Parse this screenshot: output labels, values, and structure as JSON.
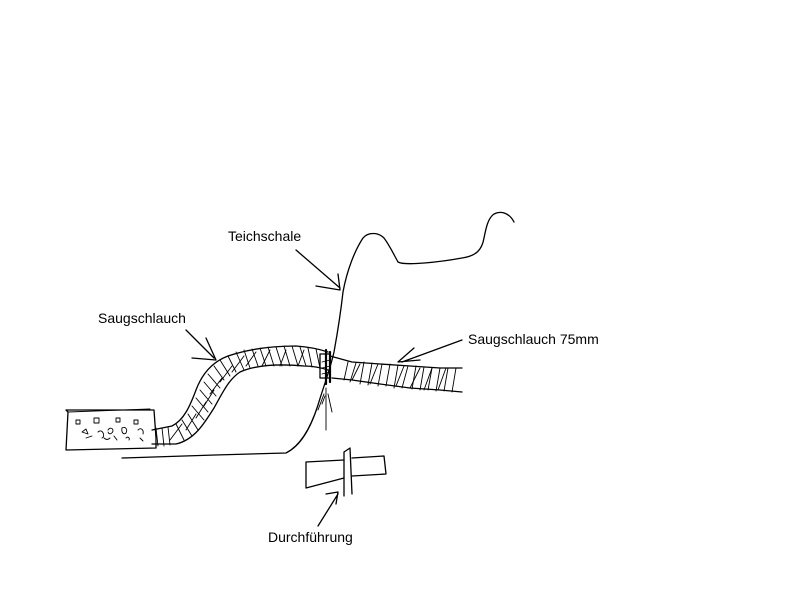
{
  "labels": {
    "teichschale": "Teichschale",
    "saugschlauch": "Saugschlauch",
    "saugschlauch_75mm": "Saugschlauch 75mm",
    "durchfuehrung": "Durchführung"
  },
  "colors": {
    "background": "#ffffff",
    "ink": "#000000"
  }
}
